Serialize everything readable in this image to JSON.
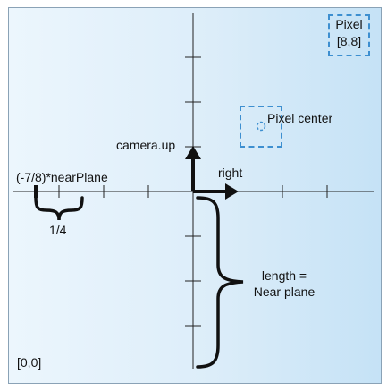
{
  "labels": {
    "pixel_corner_top": "Pixel",
    "pixel_corner_bottom": "[8,8]",
    "pixel_center": "Pixel center",
    "camera_up": "camera.up",
    "right": "right",
    "near_plane_offset": "(-7/8)*nearPlane",
    "quarter": "1/4",
    "length_line1": "length =",
    "length_line2": "Near plane",
    "origin": "[0,0]"
  },
  "colors": {
    "background_left": "#ecf6fd",
    "background_right": "#c5e2f6",
    "axis": "#111111",
    "dashed_box": "#3d8fd0"
  }
}
